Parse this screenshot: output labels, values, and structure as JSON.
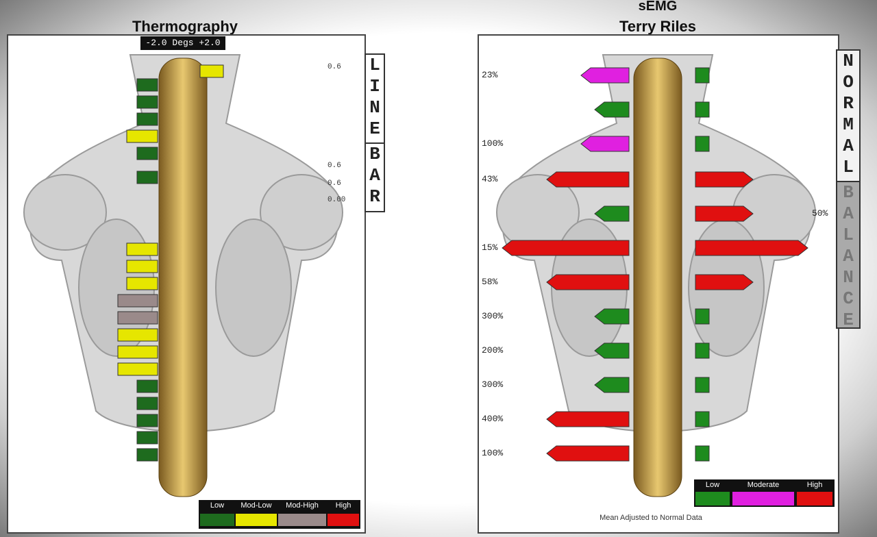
{
  "left": {
    "title": "Thermography",
    "scale_label": "-2.0 Degs +2.0",
    "tab_line": "LINE",
    "tab_bar": "BAR",
    "legend": [
      {
        "label": "Low",
        "color": "#1e6b1e"
      },
      {
        "label": "Mod-Low",
        "color": "#e6e600"
      },
      {
        "label": "Mod-High",
        "color": "#9a8a8a"
      },
      {
        "label": "High",
        "color": "#e01010"
      }
    ],
    "readings": [
      "0.6",
      "0.6",
      "0.6",
      "0.00"
    ],
    "bars": [
      {
        "level": "mod-low",
        "color": "#e6e600"
      },
      {
        "level": "low",
        "color": "#1e6b1e"
      },
      {
        "level": "low",
        "color": "#1e6b1e"
      },
      {
        "level": "low",
        "color": "#1e6b1e"
      },
      {
        "level": "mod-low",
        "color": "#e6e600"
      },
      {
        "level": "low",
        "color": "#1e6b1e"
      },
      {
        "level": "low",
        "color": "#1e6b1e"
      },
      {
        "level": "mod-low",
        "color": "#e6e600"
      },
      {
        "level": "mod-low",
        "color": "#e6e600"
      },
      {
        "level": "mod-low",
        "color": "#e6e600"
      },
      {
        "level": "mod-high",
        "color": "#9a8a8a"
      },
      {
        "level": "mod-high",
        "color": "#9a8a8a"
      },
      {
        "level": "mod-low",
        "color": "#e6e600"
      },
      {
        "level": "mod-low",
        "color": "#e6e600"
      },
      {
        "level": "mod-low",
        "color": "#e6e600"
      },
      {
        "level": "low",
        "color": "#1e6b1e"
      },
      {
        "level": "low",
        "color": "#1e6b1e"
      },
      {
        "level": "low",
        "color": "#1e6b1e"
      },
      {
        "level": "low",
        "color": "#1e6b1e"
      },
      {
        "level": "low",
        "color": "#1e6b1e"
      }
    ]
  },
  "right": {
    "title": "sEMG",
    "patient": "Terry Riles",
    "tab_normal": "NORMAL",
    "tab_balance": "BALANCE",
    "legend": [
      {
        "label": "Low",
        "color": "#1e8b1e"
      },
      {
        "label": "Moderate",
        "color": "#e020e0"
      },
      {
        "label": "High",
        "color": "#e01010"
      }
    ],
    "footer": "Mean Adjusted to Normal Data",
    "extra_label": "50%",
    "rows": [
      {
        "pct": "23%",
        "left_level": "moderate",
        "right_level": "low"
      },
      {
        "pct": "",
        "left_level": "low",
        "right_level": "low"
      },
      {
        "pct": "100%",
        "left_level": "moderate",
        "right_level": "low"
      },
      {
        "pct": "43%",
        "left_level": "high",
        "right_level": "high"
      },
      {
        "pct": "",
        "left_level": "low",
        "right_level": "high"
      },
      {
        "pct": "15%",
        "left_level": "high",
        "right_level": "high"
      },
      {
        "pct": "58%",
        "left_level": "high",
        "right_level": "high"
      },
      {
        "pct": "300%",
        "left_level": "low",
        "right_level": "low"
      },
      {
        "pct": "200%",
        "left_level": "low",
        "right_level": "low"
      },
      {
        "pct": "300%",
        "left_level": "low",
        "right_level": "low"
      },
      {
        "pct": "400%",
        "left_level": "high",
        "right_level": "low"
      },
      {
        "pct": "100%",
        "left_level": "high",
        "right_level": "low"
      }
    ]
  }
}
